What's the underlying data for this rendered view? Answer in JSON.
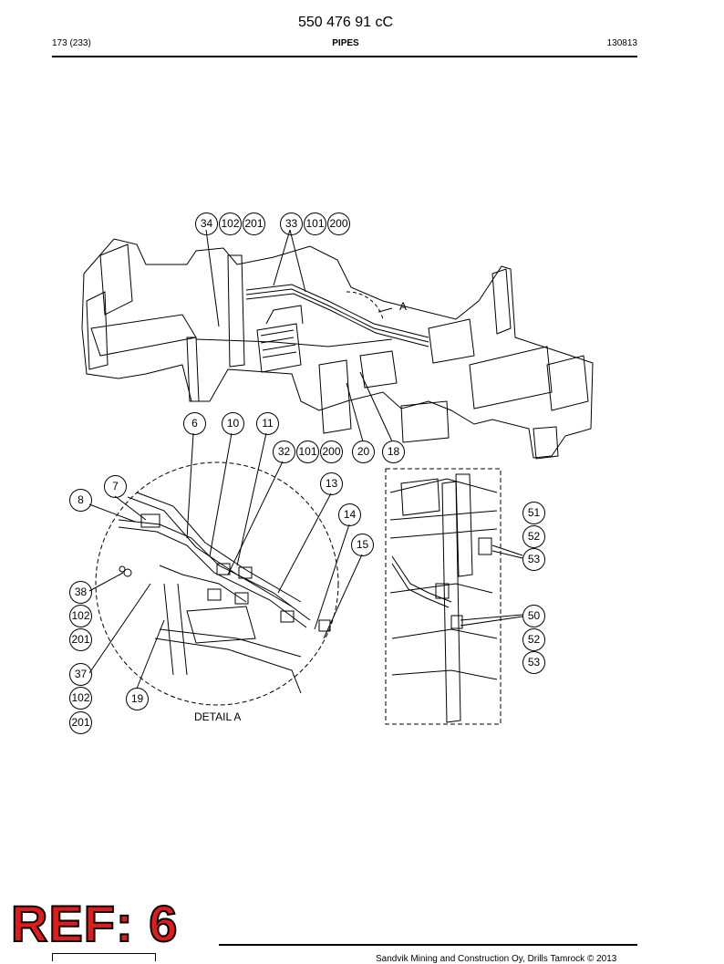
{
  "header": {
    "document_number": "550 476 91 cC",
    "page": "173 (233)",
    "section": "PIPES",
    "date_code": "130813"
  },
  "callouts": {
    "c34": "34",
    "c102a": "102",
    "c201a": "201",
    "c33": "33",
    "c101a": "101",
    "c200a": "200",
    "c6": "6",
    "c10": "10",
    "c11": "11",
    "c32": "32",
    "c101b": "101",
    "c200b": "200",
    "c20": "20",
    "c18": "18",
    "c7": "7",
    "c8": "8",
    "c13": "13",
    "c14": "14",
    "c15": "15",
    "c38": "38",
    "c102b": "102",
    "c201b": "201",
    "c37": "37",
    "c102c": "102",
    "c201c": "201",
    "c19": "19",
    "c51": "51",
    "c52a": "52",
    "c53a": "53",
    "c50": "50",
    "c52b": "52",
    "c53b": "53"
  },
  "labels": {
    "detail_marker": "A",
    "detail_caption": "DETAIL  A"
  },
  "stamp": {
    "ref": "REF: 6"
  },
  "footer": {
    "copyright": "Sandvik Mining and Construction Oy, Drills Tamrock © 2013"
  }
}
